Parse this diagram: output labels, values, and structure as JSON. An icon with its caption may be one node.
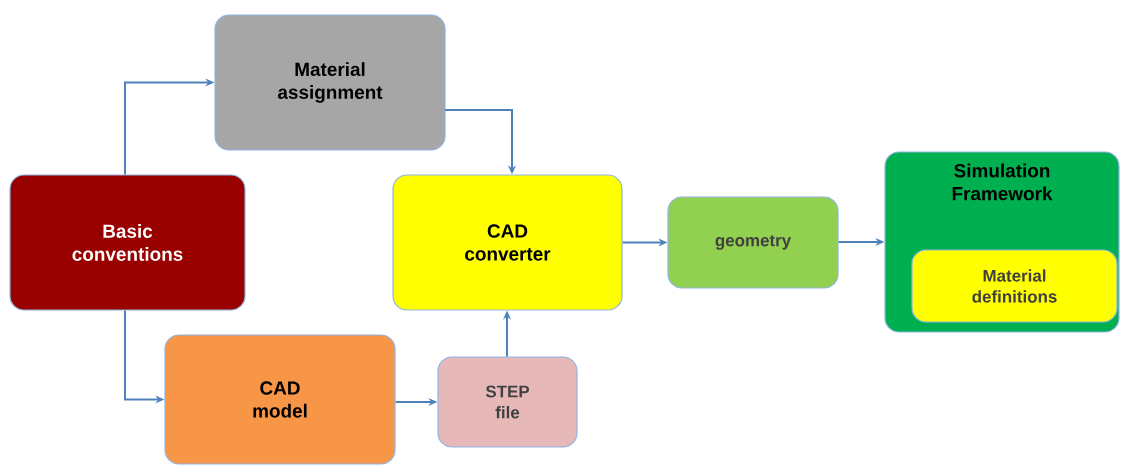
{
  "diagram": {
    "nodes": [
      {
        "text": [
          "Basic conventions"
        ]
      },
      {
        "text": [
          "Material assignment"
        ]
      },
      {
        "text": [
          "CAD converter"
        ]
      },
      {
        "text": [
          "geometry"
        ]
      },
      {
        "text": [
          "Simulation Framework"
        ]
      },
      {
        "text": [
          "Material definitions"
        ],
        "in": 4
      },
      {
        "text": [
          "CAD model"
        ]
      },
      {
        "text": [
          "STEP file"
        ]
      }
    ],
    "edges": [
      {
        "from": 0,
        "to": 1,
        "arrow": "to"
      },
      {
        "from": 0,
        "to": 6,
        "arrow": "to"
      },
      {
        "from": 1,
        "to": 2,
        "arrow": "to"
      },
      {
        "from": 6,
        "to": 7,
        "arrow": "to"
      },
      {
        "from": 7,
        "to": 2,
        "arrow": "to"
      },
      {
        "from": 2,
        "to": 3,
        "arrow": "to"
      },
      {
        "from": 3,
        "to": 4,
        "arrow": "to"
      }
    ]
  }
}
